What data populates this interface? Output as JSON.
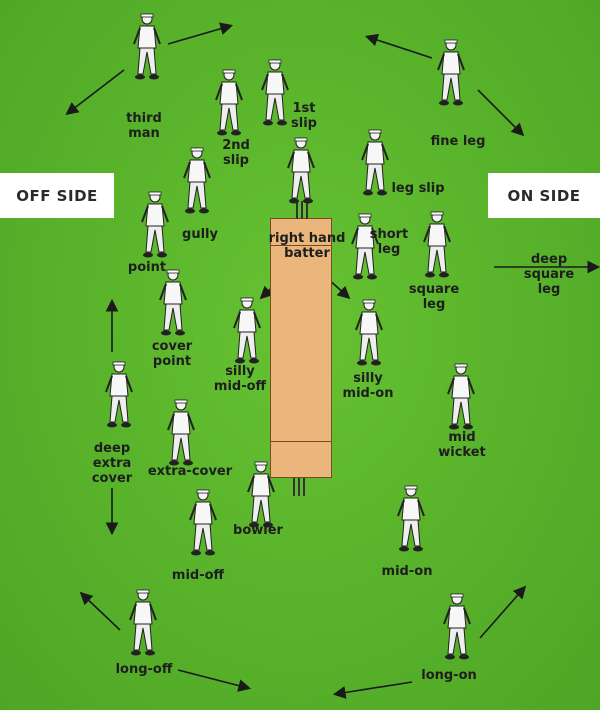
{
  "sides": {
    "off": "OFF SIDE",
    "on": "ON SIDE"
  },
  "batter_label": "right hand\nbatter",
  "positions": [
    {
      "id": "third-man",
      "label": "third\nman"
    },
    {
      "id": "fine-leg",
      "label": "fine leg"
    },
    {
      "id": "second-slip",
      "label": "2nd\nslip"
    },
    {
      "id": "first-slip",
      "label": "1st\nslip"
    },
    {
      "id": "leg-slip",
      "label": "leg slip"
    },
    {
      "id": "gully",
      "label": "gully"
    },
    {
      "id": "point",
      "label": "point"
    },
    {
      "id": "short-leg",
      "label": "short\nleg"
    },
    {
      "id": "square-leg",
      "label": "square\nleg"
    },
    {
      "id": "deep-square-leg",
      "label": "deep\nsquare\nleg"
    },
    {
      "id": "cover-point",
      "label": "cover\npoint"
    },
    {
      "id": "silly-mid-off",
      "label": "silly\nmid-off"
    },
    {
      "id": "silly-mid-on",
      "label": "silly\nmid-on"
    },
    {
      "id": "deep-extra-cover",
      "label": "deep\nextra\ncover"
    },
    {
      "id": "extra-cover",
      "label": "extra-cover"
    },
    {
      "id": "mid-wicket",
      "label": "mid\nwicket"
    },
    {
      "id": "bowler",
      "label": "bowler"
    },
    {
      "id": "mid-off",
      "label": "mid-off"
    },
    {
      "id": "mid-on",
      "label": "mid-on"
    },
    {
      "id": "long-off",
      "label": "long-off"
    },
    {
      "id": "long-on",
      "label": "long-on"
    }
  ]
}
